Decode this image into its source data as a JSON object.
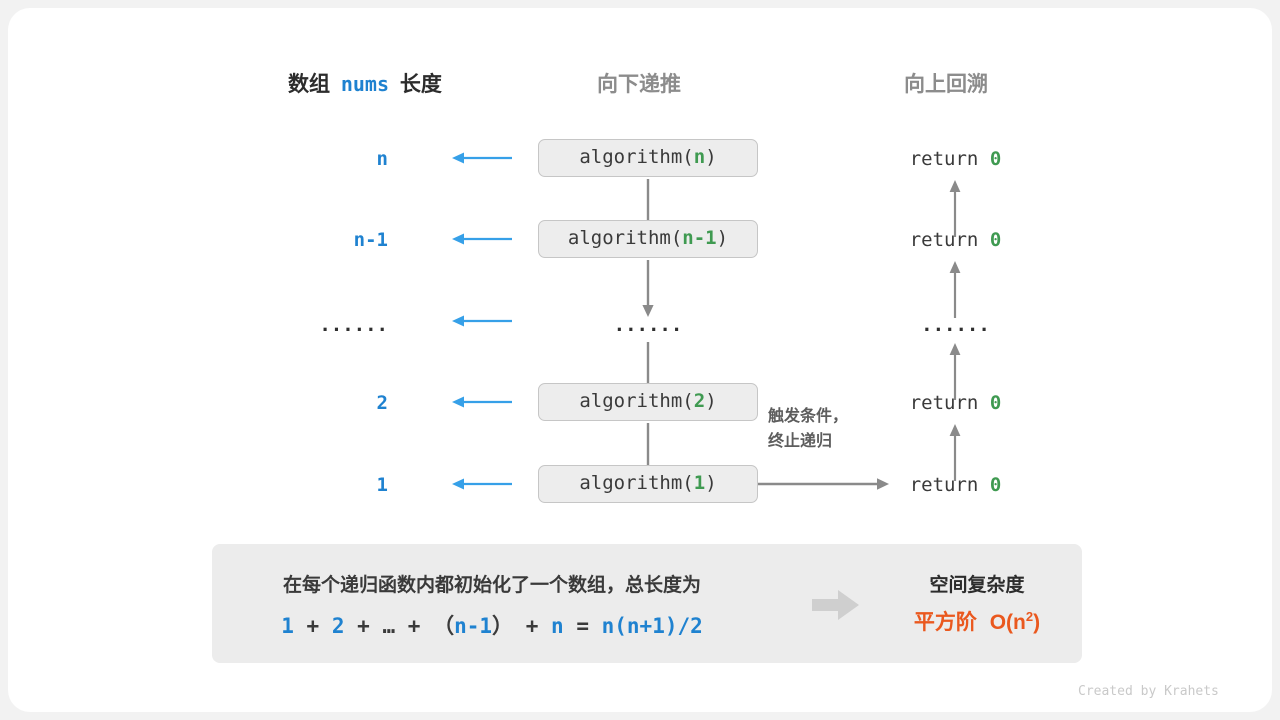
{
  "page": {
    "background": "#f2f2f2",
    "card_background": "#ffffff",
    "credit": "Created by Krahets"
  },
  "colors": {
    "blue": "#1f82d0",
    "green": "#3f9a51",
    "orange": "#ea581e",
    "gray_arrow": "#8a8a8a",
    "blue_arrow": "#36a0e8",
    "box_fill": "#ededed",
    "box_border": "#c6c6c6",
    "header_gray": "#8c8c8c"
  },
  "headers": {
    "left_prefix": "数组",
    "left_code": "nums",
    "left_suffix": "长度",
    "middle": "向下递推",
    "right": "向上回溯"
  },
  "rows": [
    {
      "length": "n",
      "length_is_dots": false,
      "call_prefix": "algorithm(",
      "call_arg": "n",
      "call_suffix": ")",
      "is_box": true,
      "return_text": "return",
      "return_value": "0",
      "return_is_dots": false
    },
    {
      "length": "n-1",
      "length_is_dots": false,
      "call_prefix": "algorithm(",
      "call_arg": "n-1",
      "call_suffix": ")",
      "is_box": true,
      "return_text": "return",
      "return_value": "0",
      "return_is_dots": false
    },
    {
      "length": "······",
      "length_is_dots": true,
      "call_dots": "······",
      "is_box": false,
      "return_dots": "······",
      "return_is_dots": true
    },
    {
      "length": "2",
      "length_is_dots": false,
      "call_prefix": "algorithm(",
      "call_arg": "2",
      "call_suffix": ")",
      "is_box": true,
      "return_text": "return",
      "return_value": "0",
      "return_is_dots": false
    },
    {
      "length": "1",
      "length_is_dots": false,
      "call_prefix": "algorithm(",
      "call_arg": "1",
      "call_suffix": ")",
      "is_box": true,
      "return_text": "return",
      "return_value": "0",
      "return_is_dots": false
    }
  ],
  "note": {
    "line1": "触发条件，",
    "line2": "终止递归"
  },
  "summary": {
    "text": "在每个递归函数内都初始化了一个数组，总长度为",
    "formula": {
      "t1": "1",
      "op1": "+",
      "t2": "2",
      "op2": "+",
      "ell": "…",
      "op3": "+",
      "paren_open": "（",
      "t3": "n-1",
      "paren_close": "）",
      "op4": "+",
      "t4": "n",
      "eq": "=",
      "result": "n(n+1)/2"
    },
    "title": "空间复杂度",
    "value_label": "平方阶",
    "value_big": "O(n",
    "value_sup": "2",
    "value_tail": ")"
  }
}
